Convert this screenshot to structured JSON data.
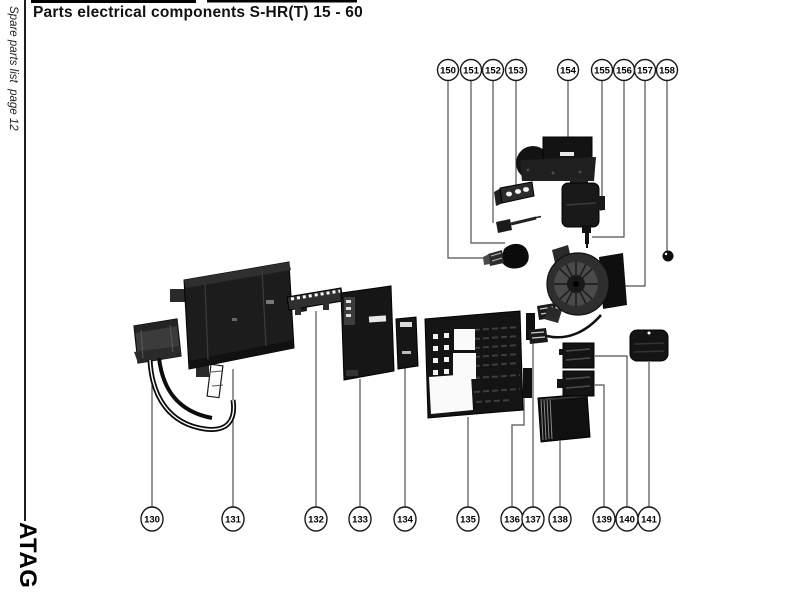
{
  "page": {
    "title": "Parts electrical components S-HR(T) 15 - 60",
    "sidebar_text": "Spare parts list  page 12",
    "logo_text": "ATAG"
  },
  "colors": {
    "background": "#ffffff",
    "ink": "#1a1a1a",
    "leader_line": "#4f4f4f"
  },
  "diagram": {
    "top_callouts": [
      {
        "label": "150"
      },
      {
        "label": "151"
      },
      {
        "label": "152"
      },
      {
        "label": "153"
      },
      {
        "label": "154"
      },
      {
        "label": "155"
      },
      {
        "label": "156"
      },
      {
        "label": "157"
      },
      {
        "label": "158"
      }
    ],
    "bottom_callouts": [
      {
        "label": "130"
      },
      {
        "label": "131"
      },
      {
        "label": "132"
      },
      {
        "label": "133"
      },
      {
        "label": "134"
      },
      {
        "label": "135"
      },
      {
        "label": "136"
      },
      {
        "label": "137"
      },
      {
        "label": "138"
      },
      {
        "label": "139"
      },
      {
        "label": "140"
      },
      {
        "label": "141"
      }
    ]
  }
}
